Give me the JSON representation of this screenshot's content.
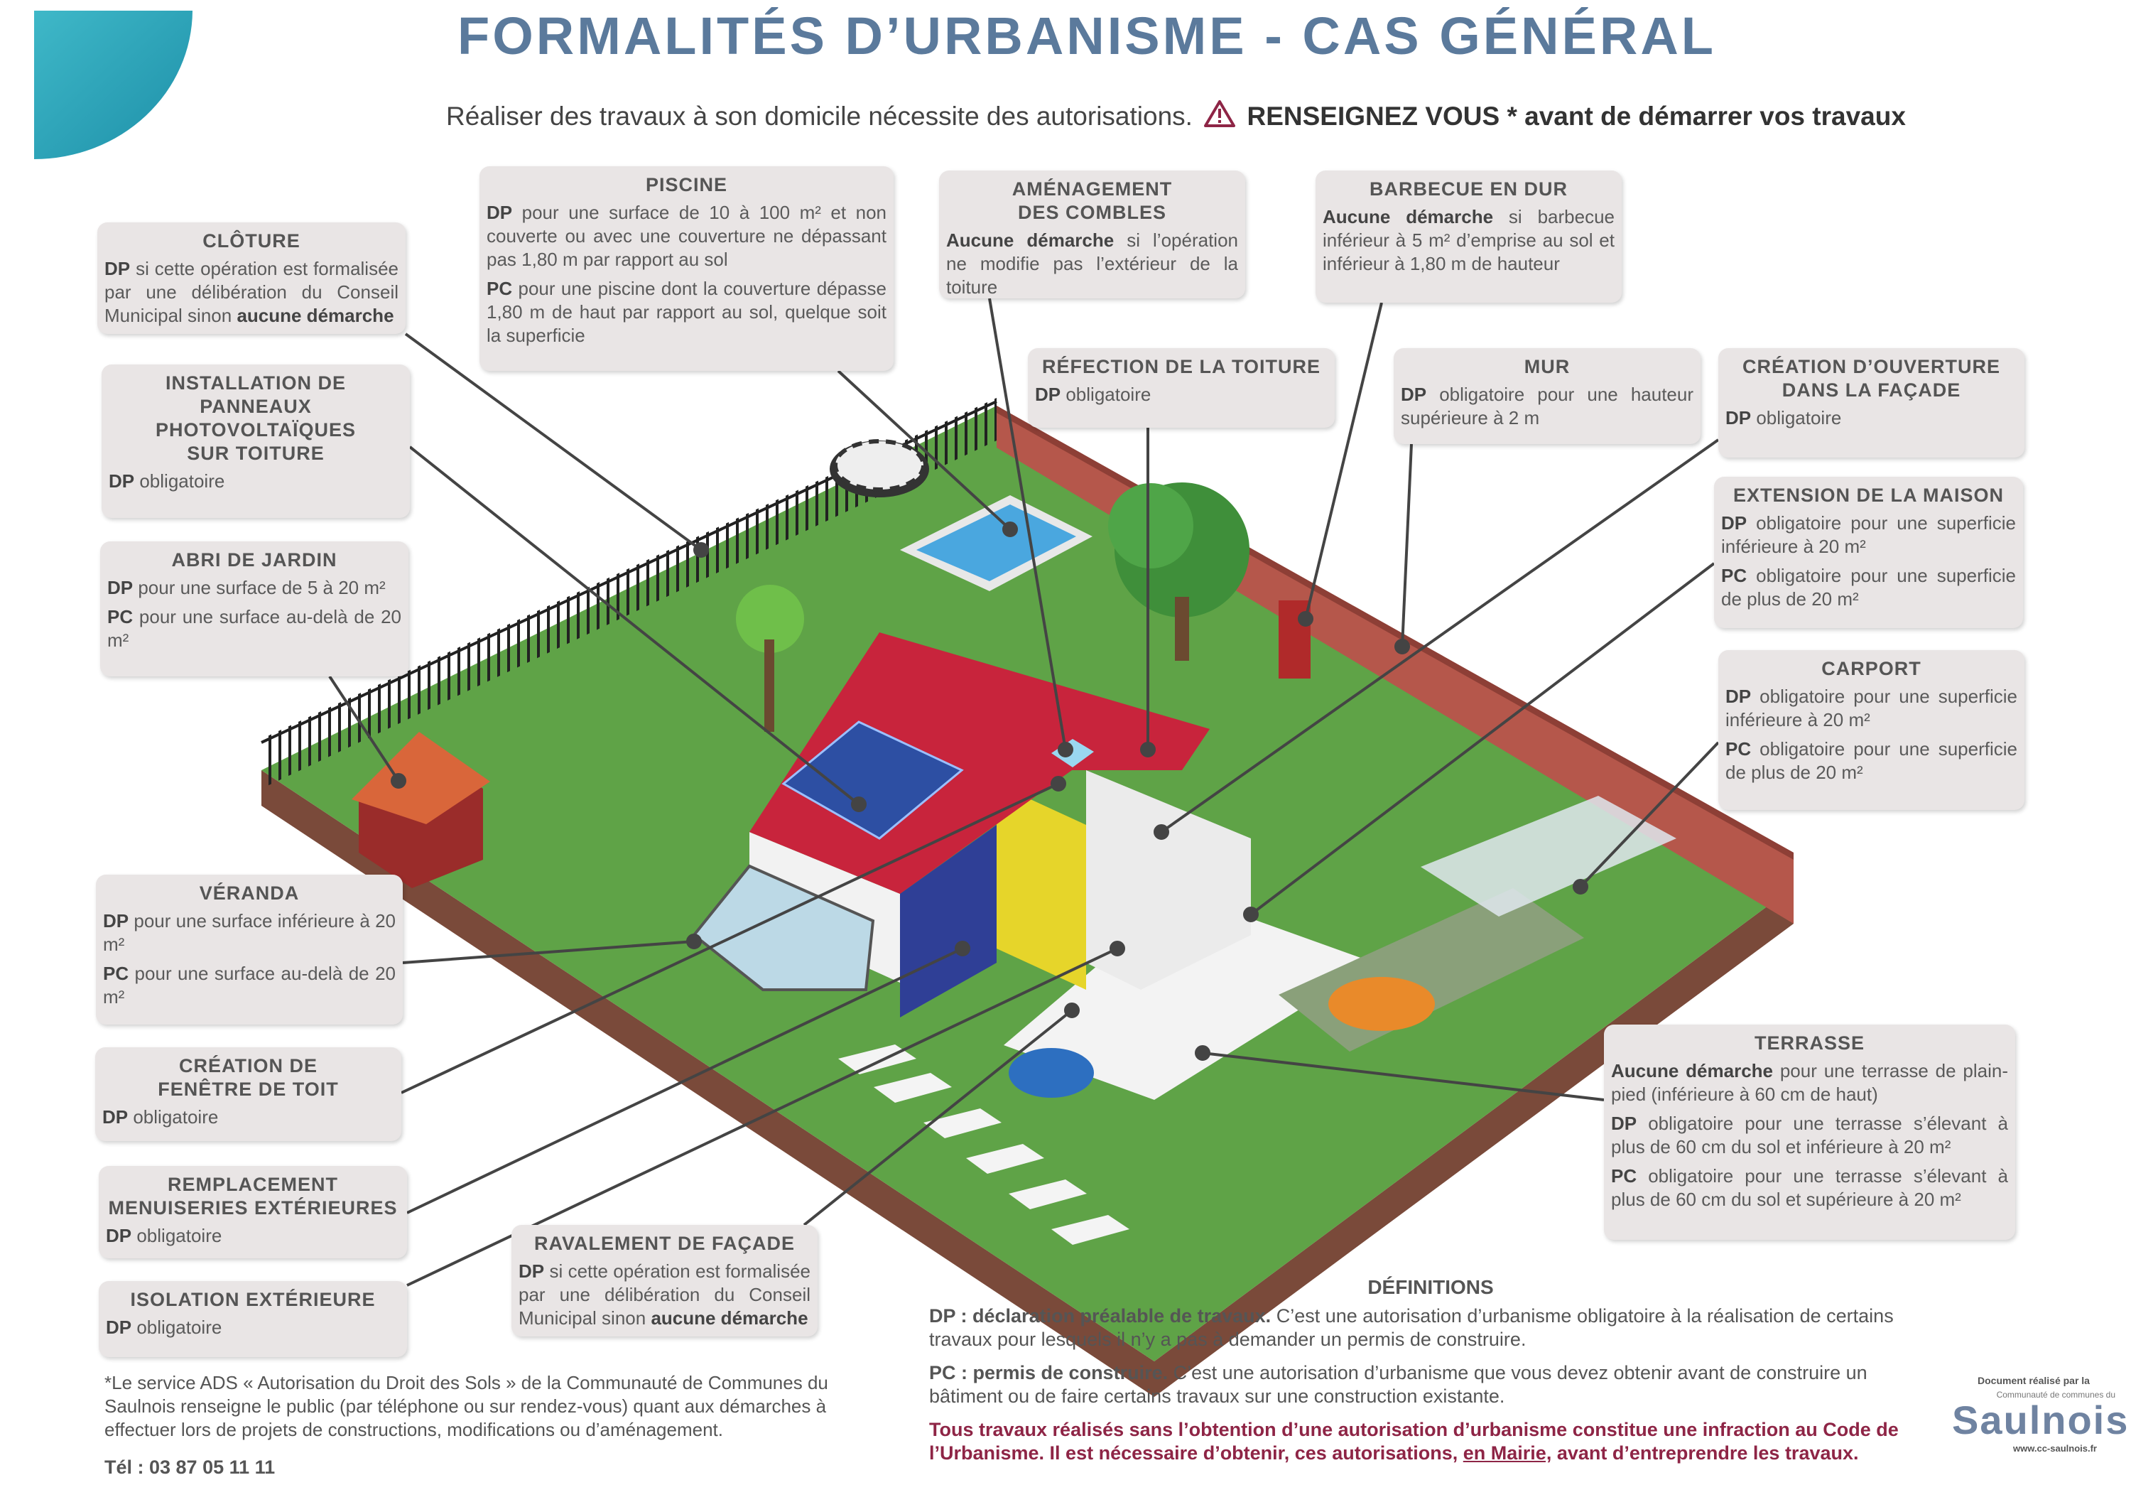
{
  "header": {
    "title": "FORMALITÉS D’URBANISME - CAS GÉNÉRAL",
    "subtitle": "Réaliser des travaux à son domicile nécessite des autorisations.",
    "warning_icon": "warning-triangle-icon",
    "warning_text": "RENSEIGNEZ VOUS * avant de démarrer vos travaux"
  },
  "boxes": {
    "piscine": {
      "title": "PISCINE",
      "p1_tag": "DP",
      "p1": " pour une surface de 10 à 100 m² et non couverte ou avec une couverture ne dépassant pas 1,80 m par rapport au sol",
      "p2_tag": "PC",
      "p2": " pour une piscine dont la couverture dépasse 1,80 m de haut par rapport au sol, quelque soit la superficie"
    },
    "cloture": {
      "title": "CLÔTURE",
      "p1_tag": "DP",
      "p1": " si cette opération est formalisée par une délibération du Conseil Municipal sinon ",
      "p1_end": "aucune démarche"
    },
    "photovoltaique": {
      "title": "INSTALLATION DE PANNEAUX PHOTOVOLTAÏQUES SUR TOITURE",
      "p1_tag": "DP",
      "p1": " obligatoire"
    },
    "abri": {
      "title": "ABRI DE JARDIN",
      "p1_tag": "DP",
      "p1": " pour une surface de 5 à 20 m²",
      "p2_tag": "PC",
      "p2": " pour une surface au-delà de 20 m²"
    },
    "combles": {
      "title": "AMÉNAGEMENT DES COMBLES",
      "p1_tag": "Aucune démarche",
      "p1": " si l’opération ne modifie pas l’extérieur de la toiture"
    },
    "barbecue": {
      "title": "BARBECUE EN DUR",
      "p1_tag": "Aucune démarche",
      "p1": " si barbecue inférieur à 5 m² d’emprise au sol et inférieur à 1,80 m de hauteur"
    },
    "toiture": {
      "title": "RÉFECTION DE LA TOITURE",
      "p1_tag": "DP",
      "p1": " obligatoire"
    },
    "mur": {
      "title": "MUR",
      "p1_tag": "DP",
      "p1": " obligatoire pour une hauteur supérieure à 2 m"
    },
    "ouverture": {
      "title": "CRÉATION D’OUVERTURE DANS LA FAÇADE",
      "p1_tag": "DP",
      "p1": " obligatoire"
    },
    "extension": {
      "title": "EXTENSION DE LA MAISON",
      "p1_tag": "DP",
      "p1": " obligatoire pour une superficie inférieure à 20 m²",
      "p2_tag": "PC",
      "p2": " obligatoire pour une superficie de plus de 20 m²"
    },
    "carport": {
      "title": "CARPORT",
      "p1_tag": "DP",
      "p1": " obligatoire pour une superficie inférieure à 20 m²",
      "p2_tag": "PC",
      "p2": " obligatoire pour une superficie de plus de 20 m²"
    },
    "terrasse": {
      "title": "TERRASSE",
      "p1_tag": "Aucune démarche",
      "p1": " pour une terrasse de plain-pied (inférieure à 60 cm de haut)",
      "p2_tag": "DP",
      "p2": " obligatoire pour une terrasse s’élevant à plus de 60 cm du sol et inférieure à 20 m²",
      "p3_tag": "PC",
      "p3": " obligatoire pour une terrasse s’élevant à plus de 60 cm du sol et supérieure à 20 m²"
    },
    "veranda": {
      "title": "VÉRANDA",
      "p1_tag": "DP",
      "p1": " pour une surface inférieure à 20 m²",
      "p2_tag": "PC",
      "p2": " pour une surface au-delà de 20 m²"
    },
    "fenetre": {
      "title": "CRÉATION DE FENÊTRE DE TOIT",
      "p1_tag": "DP",
      "p1": " obligatoire"
    },
    "menuiseries": {
      "title": "REMPLACEMENT MENUISERIES EXTÉRIEURES",
      "p1_tag": "DP",
      "p1": " obligatoire"
    },
    "isolation": {
      "title": "ISOLATION EXTÉRIEURE",
      "p1_tag": "DP",
      "p1": " obligatoire"
    },
    "ravalement": {
      "title": "RAVALEMENT DE FAÇADE",
      "p1_tag": "DP",
      "p1": " si cette opération est formalisée par une délibération du Conseil Municipal sinon ",
      "p1_end": "aucune démarche"
    }
  },
  "definitions": {
    "title": "DÉFINITIONS",
    "dp_term": "DP : déclaration préalable de travaux.",
    "dp_text": " C’est une autorisation d’urbanisme obligatoire à la réalisation de certains travaux pour lesquels il n’y a pas à demander un permis de construire.",
    "pc_term": "PC : permis de construire.",
    "pc_text": " C’est une autorisation d’urbanisme que vous devez obtenir avant de construire un bâtiment ou de faire certains travaux sur une construction existante.",
    "warning_a": "Tous travaux réalisés sans l’obtention d’une autorisation d’urbanisme constitue une infraction au Code de l’Urbanisme. Il est nécessaire d’obtenir, ces autorisations, ",
    "warning_link": "en Mairie,",
    "warning_b": " avant d’entreprendre les travaux."
  },
  "footnote": {
    "text": "*Le service ADS « Autorisation du Droit des Sols » de la Communauté de Communes du Saulnois renseigne le public (par téléphone ou sur rendez-vous) quant aux démarches à effectuer lors de projets de constructions, modifications ou d’aménagement.",
    "tel": "Tél : 03 87 05 11 11"
  },
  "logo": {
    "credit": "Document réalisé par la",
    "org": "Communauté de communes du",
    "name": "Saulnois",
    "url": "www.cc-saulnois.fr"
  },
  "colors": {
    "title": "#5b7a9c",
    "teal": "#2aa3b5",
    "lawn": "#5fa347",
    "wall": "#b5574b",
    "roof": "#c8243c",
    "warning": "#8e2546"
  }
}
